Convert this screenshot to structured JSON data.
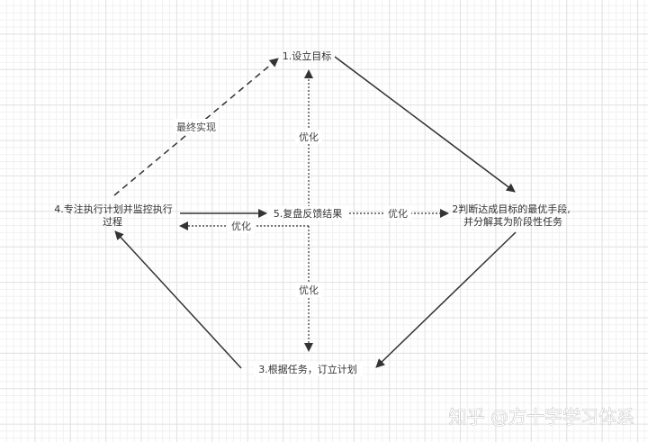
{
  "nodes": {
    "goal": "1.设立目标",
    "means_line1": "2判断达成目标的最优手段,",
    "means_line2": "并分解其为阶段性任务",
    "plan": "3.根据任务，订立计划",
    "execute_line1": "4.专注执行计划并监控执行",
    "execute_line2": "过程",
    "review": "5.复盘反馈结果"
  },
  "edge_labels": {
    "final": "最终实现",
    "optimize_up": "优化",
    "optimize_down": "优化",
    "optimize_right": "优化",
    "optimize_left": "优化"
  },
  "watermark": "知乎 @方十字学习体系",
  "colors": {
    "line": "#333333",
    "text": "#333333"
  }
}
